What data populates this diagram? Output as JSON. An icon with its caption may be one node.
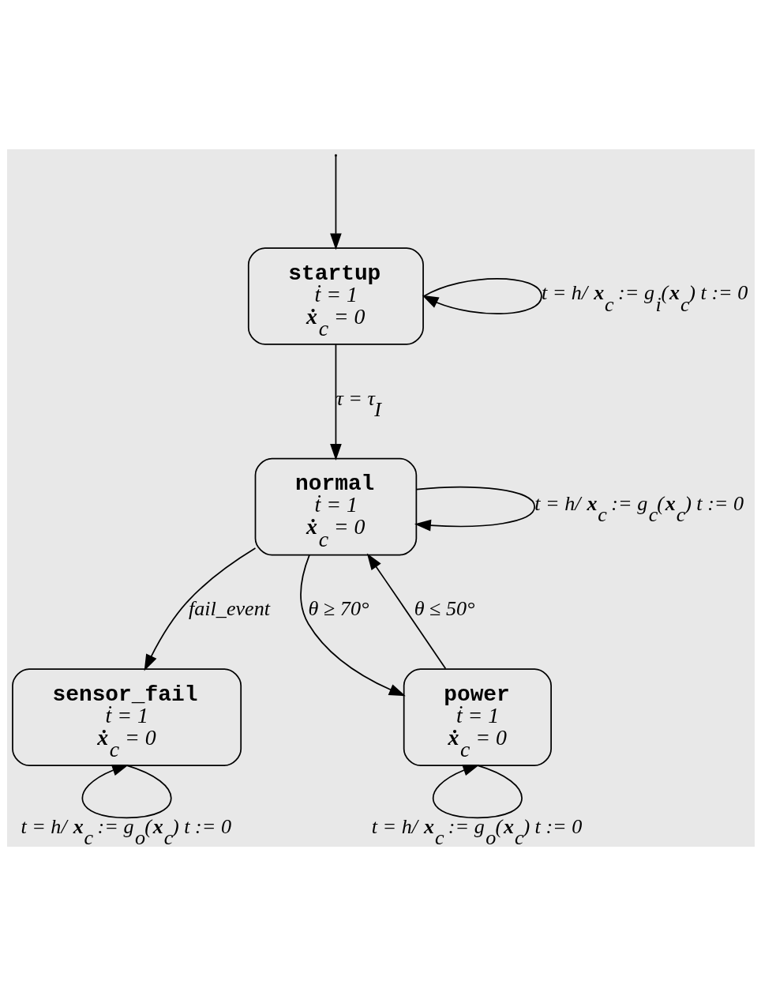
{
  "diagram": {
    "nodes": [
      {
        "text": [
          "startup",
          "ṫ = 1",
          "**ẋ**$_{c}$ = 0"
        ]
      },
      {
        "text": [
          "normal",
          "ṫ = 1",
          "**ẋ**$_{c}$ = 0"
        ]
      },
      {
        "text": [
          "sensor_fail",
          "ṫ = 1",
          "**ẋ**$_{c}$ = 0"
        ]
      },
      {
        "text": [
          "power",
          "ṫ = 1",
          "**ẋ**$_{c}$ = 0"
        ]
      }
    ],
    "edges": [
      {
        "from": null,
        "to": 0,
        "arrow": "to"
      },
      {
        "from": 0,
        "to": 0,
        "arrow": "to",
        "label": "t = h/ **x**$_{c}$ := g$_{i}$(**x**$_{c}$) t := 0"
      },
      {
        "from": 0,
        "to": 1,
        "arrow": "to",
        "label": "τ = τ$_{I}$"
      },
      {
        "from": 1,
        "to": 1,
        "arrow": "to",
        "label": "t = h/ **x**$_{c}$ := g$_{c}$(**x**$_{c}$) t := 0"
      },
      {
        "from": 1,
        "to": 2,
        "arrow": "to",
        "label": "fail_event"
      },
      {
        "from": 3,
        "to": 1,
        "arrow": "to",
        "label": "θ ≤ 50°"
      },
      {
        "from": 1,
        "to": 3,
        "arrow": "to",
        "label": "θ ≥ 70°"
      },
      {
        "from": 2,
        "to": 2,
        "arrow": "to",
        "label": "t = h/ **x**$_{c}$ := g$_{o}$(**x**$_{c}$) t := 0"
      },
      {
        "from": 3,
        "to": 3,
        "arrow": "to",
        "label": "t = h/ **x**$_{c}$ := g$_{o}$(**x**$_{c}$) t := 0"
      }
    ]
  }
}
